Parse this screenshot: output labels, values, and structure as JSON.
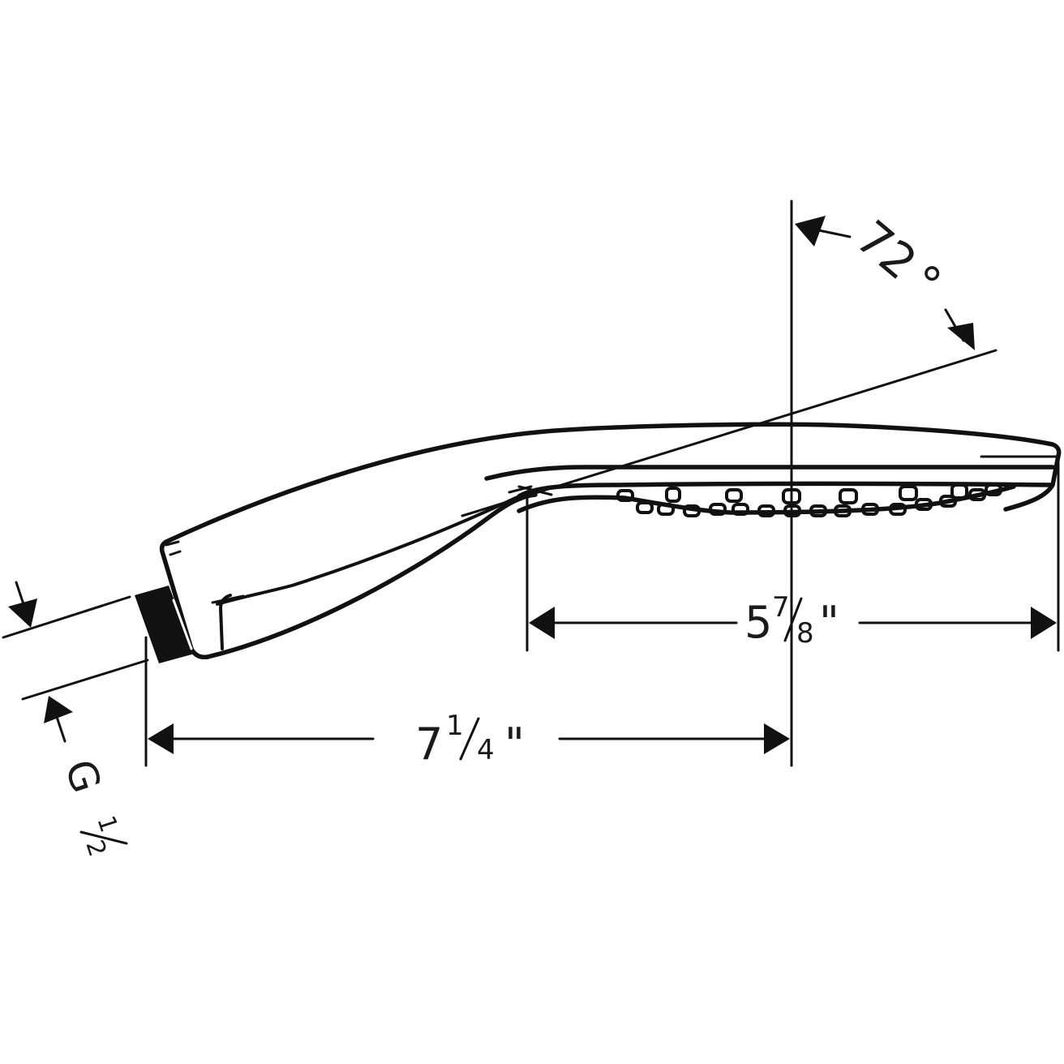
{
  "drawing": {
    "subject": "hand shower side view",
    "line_color": "#111111",
    "background": "#ffffff"
  },
  "dimensions": {
    "overall_length": {
      "whole": "7",
      "numerator": "1",
      "denominator": "4",
      "unit": "\"",
      "label": "7 1/4\""
    },
    "spray_face_length": {
      "whole": "5",
      "numerator": "7",
      "denominator": "8",
      "unit": "\"",
      "label": "5 7/8\""
    },
    "angle": {
      "value": "72",
      "unit": "°",
      "label": "72°"
    },
    "thread": {
      "prefix": "G",
      "fraction_num": "1",
      "fraction_den": "2",
      "label": "G 1/2"
    }
  }
}
